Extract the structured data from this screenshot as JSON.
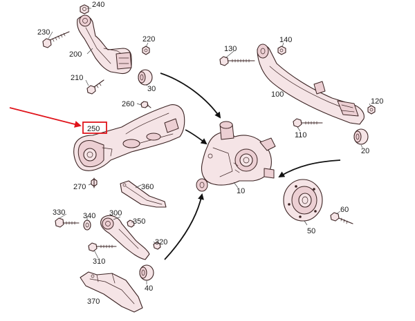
{
  "labels": {
    "p240": "240",
    "p230": "230",
    "p220": "220",
    "p200": "200",
    "p210": "210",
    "p30": "30",
    "p260": "260",
    "p250": "250",
    "p130": "130",
    "p140": "140",
    "p100": "100",
    "p120": "120",
    "p110": "110",
    "p20": "20",
    "p10": "10",
    "p270": "270",
    "p360": "360",
    "p330": "330",
    "p340": "340",
    "p300": "300",
    "p350": "350",
    "p320": "320",
    "p310": "310",
    "p40": "40",
    "p370": "370",
    "p60": "60",
    "p50": "50"
  },
  "highlight": {
    "part": "250",
    "color": "#e0141b"
  },
  "colors": {
    "line": "#3a2222",
    "fill": "#f5e4e6",
    "accent": "#e0141b"
  }
}
